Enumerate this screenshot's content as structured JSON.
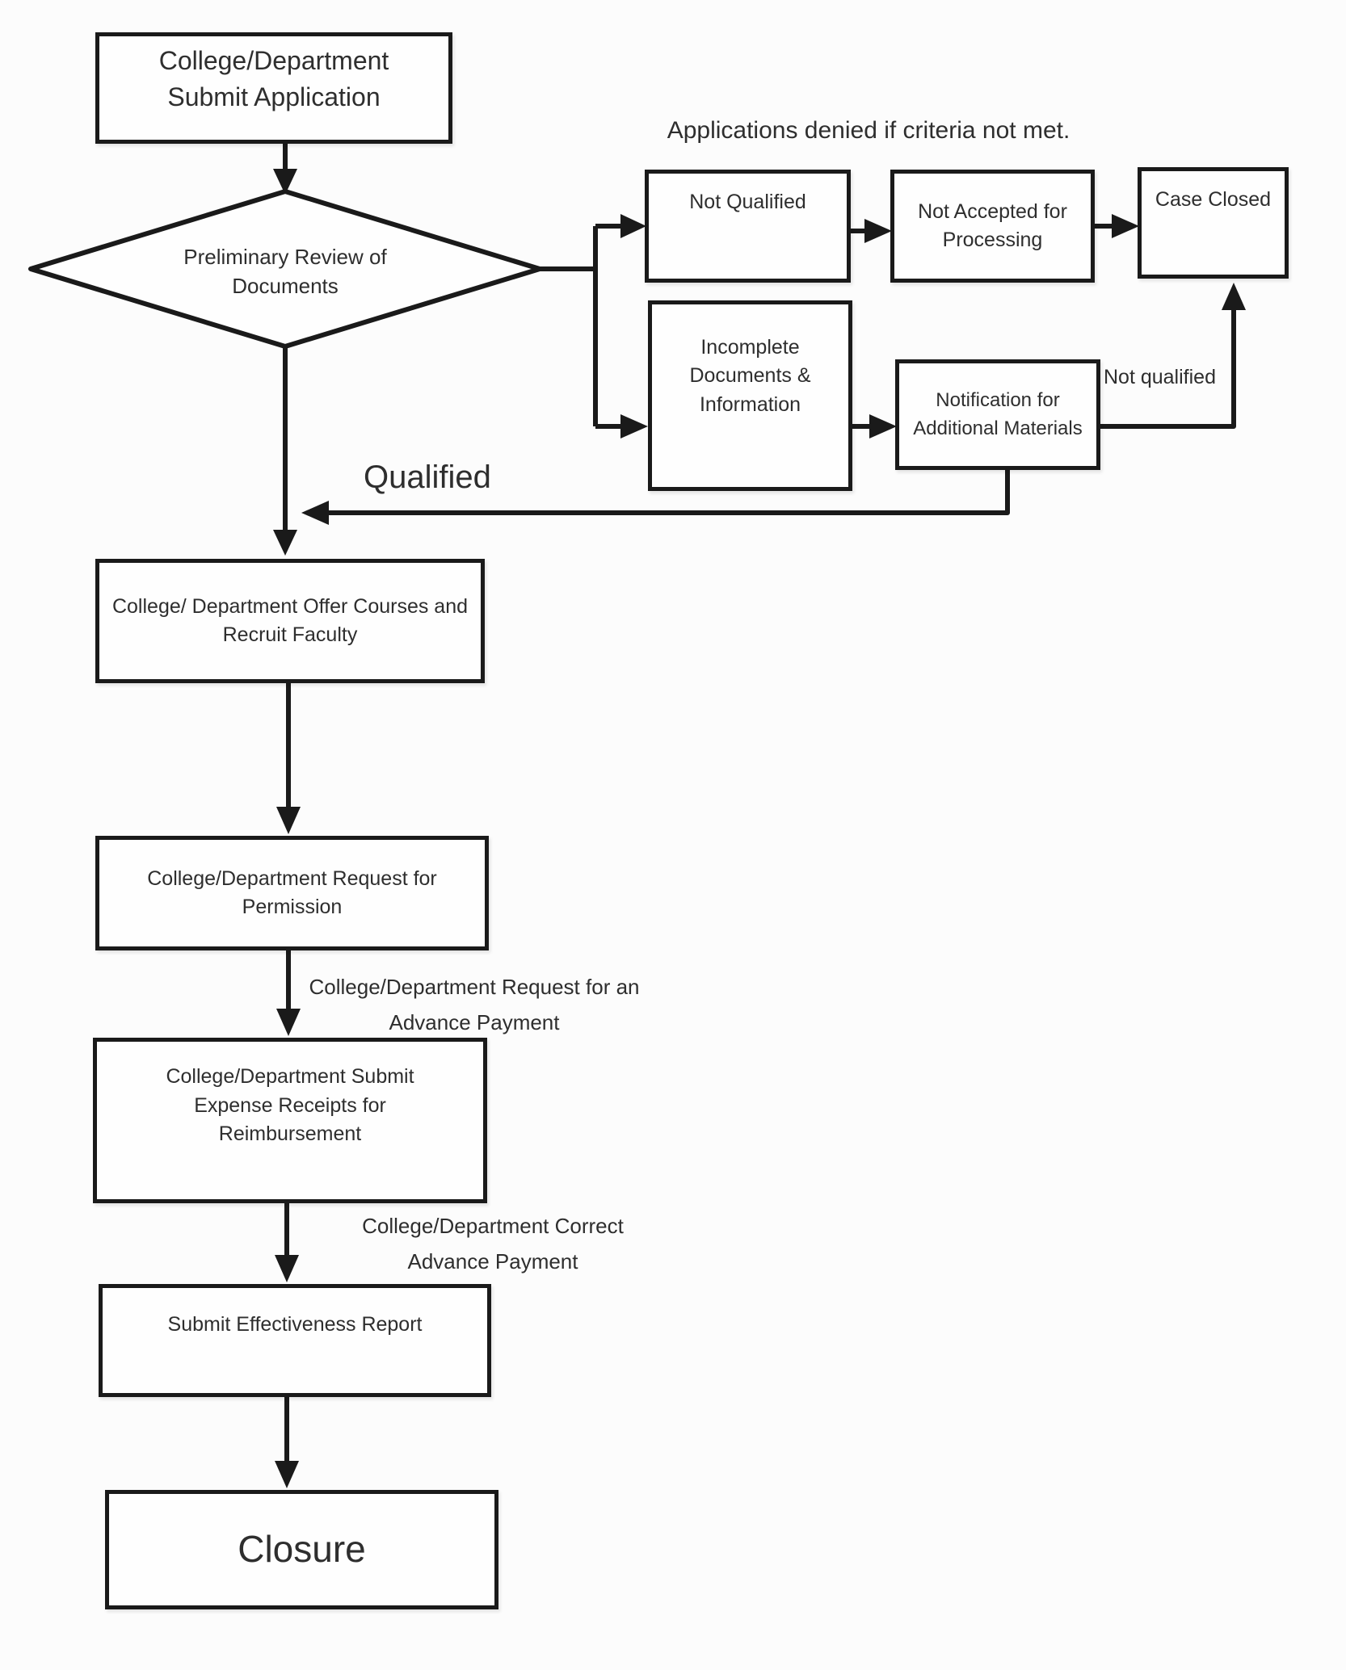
{
  "diagram": {
    "note": "Applications denied if criteria not met.",
    "nodes": {
      "submit_application": "College/Department\nSubmit Application",
      "preliminary_review": "Preliminary Review of\nDocuments",
      "not_qualified": "Not Qualified",
      "not_accepted": "Not Accepted for\nProcessing",
      "case_closed": "Case Closed",
      "incomplete_docs": "Incomplete\nDocuments &\nInformation",
      "notification_materials": "Notification for\nAdditional Materials",
      "offer_courses": "College/ Department Offer Courses and\nRecruit Faculty",
      "request_permission": "College/Department Request for\nPermission",
      "submit_receipts": "College/Department Submit\nExpense Receipts for\nReimbursement",
      "effectiveness_report": "Submit Effectiveness Report",
      "closure": "Closure"
    },
    "edge_labels": {
      "qualified": "Qualified",
      "not_qualified": "Not qualified",
      "advance_request": "College/Department Request for an\nAdvance Payment",
      "correct_advance": "College/Department Correct\nAdvance Payment"
    },
    "colors": {
      "line": "#1a1a1a",
      "text": "#2e2e2e",
      "node_fill": "#fefefe",
      "background": "#fcfcfc"
    }
  }
}
